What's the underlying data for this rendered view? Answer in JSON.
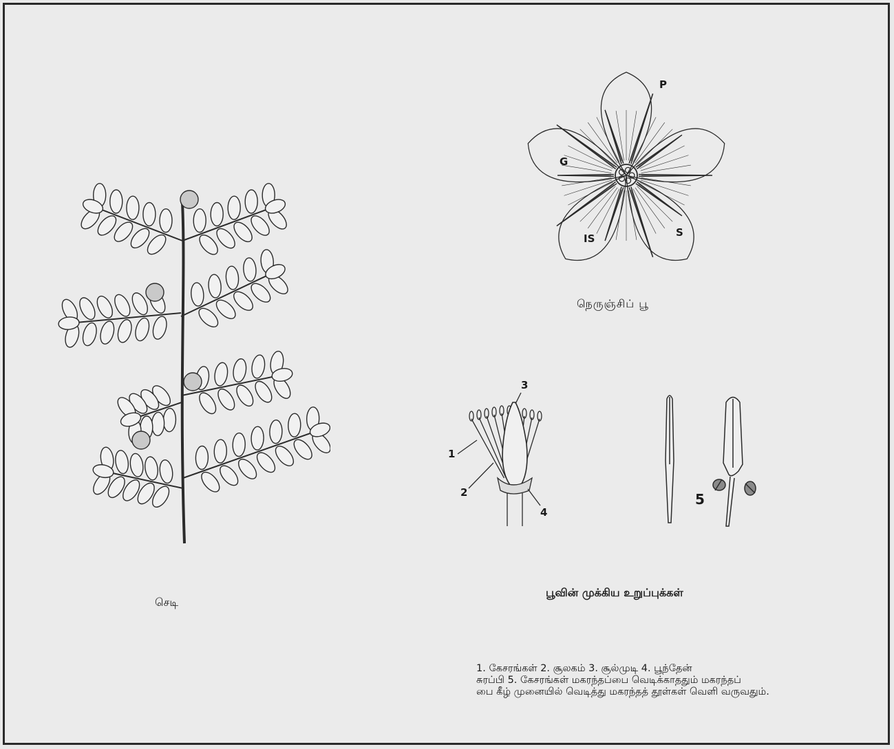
{
  "plant": {
    "caption": "செடி"
  },
  "flower": {
    "caption": "நெருஞ்சிப் பூ",
    "letters": [
      "P",
      "G",
      "S",
      "IS"
    ]
  },
  "parts": {
    "caption": "பூவின் முக்கிய உறுப்புக்கள்",
    "numbers": [
      "1",
      "2",
      "3",
      "4",
      "5"
    ]
  },
  "legend": {
    "lines": [
      "1. கேசரங்கள்   2. சூலகம்   3. சூல்முடி   4. பூந்தேன்",
      "சுரப்பி  5. கேசரங்கள் மகரந்தப்பை வெடிக்காததும் மகரந்தப்",
      "பை கீழ் முனையில் வெடித்து மகரந்தத் தூள்கள் வெளி வருவதும்."
    ]
  }
}
